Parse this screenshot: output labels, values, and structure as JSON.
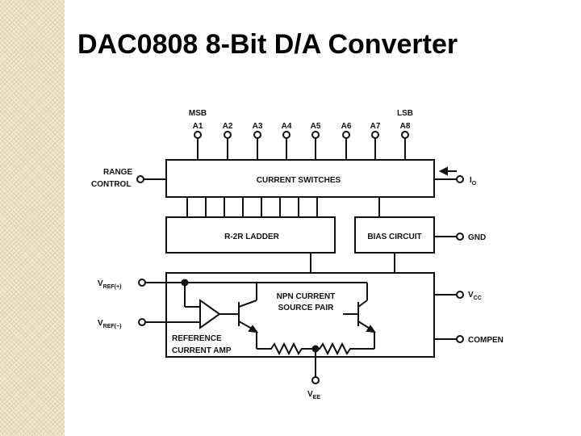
{
  "slide": {
    "title": "DAC0808 8-Bit D/A Converter"
  },
  "diagram": {
    "msb_label": "MSB",
    "lsb_label": "LSB",
    "bits": [
      "A1",
      "A2",
      "A3",
      "A4",
      "A5",
      "A6",
      "A7",
      "A8"
    ],
    "blocks": {
      "current_switches": "CURRENT SWITCHES",
      "r2r_ladder": "R-2R LADDER",
      "bias_circuit": "BIAS CIRCUIT"
    },
    "labels": {
      "range_control_1": "RANGE",
      "range_control_2": "CONTROL",
      "io_main": "I",
      "io_sub": "O",
      "gnd": "GND",
      "vcc_main": "V",
      "vcc_sub": "CC",
      "compen": "COMPEN",
      "vref_pos_main": "V",
      "vref_pos_sub": "REF(+)",
      "vref_neg_main": "V",
      "vref_neg_sub": "REF(−)",
      "npn_1": "NPN CURRENT",
      "npn_2": "SOURCE PAIR",
      "ref_amp_1": "REFERENCE",
      "ref_amp_2": "CURRENT AMP",
      "vee_main": "V",
      "vee_sub": "EE"
    }
  }
}
